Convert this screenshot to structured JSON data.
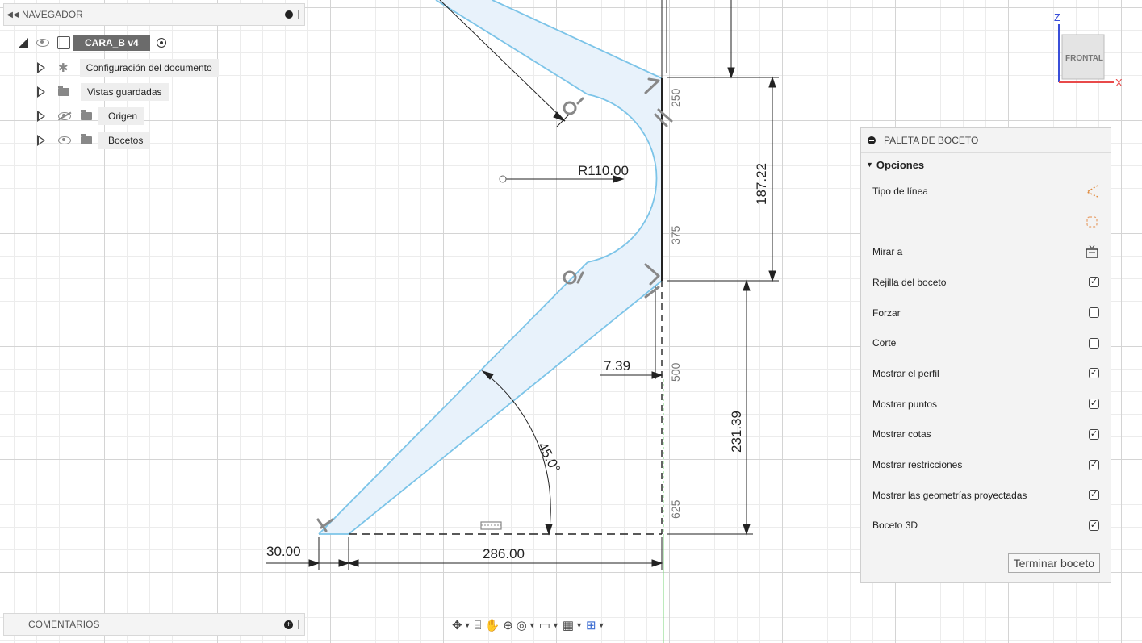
{
  "navigator": {
    "title": "NAVEGADOR",
    "component": "CARA_B v4",
    "items": [
      {
        "label": "Configuración del documento",
        "icon": "gear-icon"
      },
      {
        "label": "Vistas guardadas",
        "icon": "folder-icon"
      },
      {
        "label": "Origen",
        "icon": "folder-icon",
        "visibility": "hidden"
      },
      {
        "label": "Bocetos",
        "icon": "folder-icon",
        "visibility": "visible"
      }
    ]
  },
  "comments": {
    "title": "COMENTARIOS"
  },
  "sketch_palette": {
    "title": "PALETA DE BOCETO",
    "section": "Opciones",
    "rows": [
      {
        "label": "Tipo de línea",
        "control": "construction-line-icon"
      },
      {
        "label": "",
        "control": "fixed-icon"
      },
      {
        "label": "Mirar a",
        "control": "look-at-icon"
      },
      {
        "label": "Rejilla del boceto",
        "checked": true
      },
      {
        "label": "Forzar",
        "checked": false
      },
      {
        "label": "Corte",
        "checked": false
      },
      {
        "label": "Mostrar el perfil",
        "checked": true
      },
      {
        "label": "Mostrar puntos",
        "checked": true
      },
      {
        "label": "Mostrar cotas",
        "checked": true
      },
      {
        "label": "Mostrar restricciones",
        "checked": true
      },
      {
        "label": "Mostrar las geometrías proyectadas",
        "checked": true
      },
      {
        "label": "Boceto 3D",
        "checked": true
      }
    ],
    "finish_button": "Terminar boceto"
  },
  "viewcube": {
    "face": "FRONTAL",
    "axis_z": "Z",
    "axis_x": "X"
  },
  "dimensions": {
    "radius": "R110.00",
    "vertical_upper": "187.22",
    "vertical_lower": "231.39",
    "offset": "7.39",
    "angle": "45.0°",
    "width_small": "30.00",
    "width_large": "286.00",
    "ruler": [
      "250",
      "375",
      "500",
      "625"
    ]
  },
  "toolbar": {
    "items": [
      "orbit-icon",
      "look-at-icon",
      "pan-icon",
      "zoom-icon",
      "fit-icon",
      "display-settings-icon",
      "grid-settings-icon",
      "viewports-icon"
    ]
  }
}
